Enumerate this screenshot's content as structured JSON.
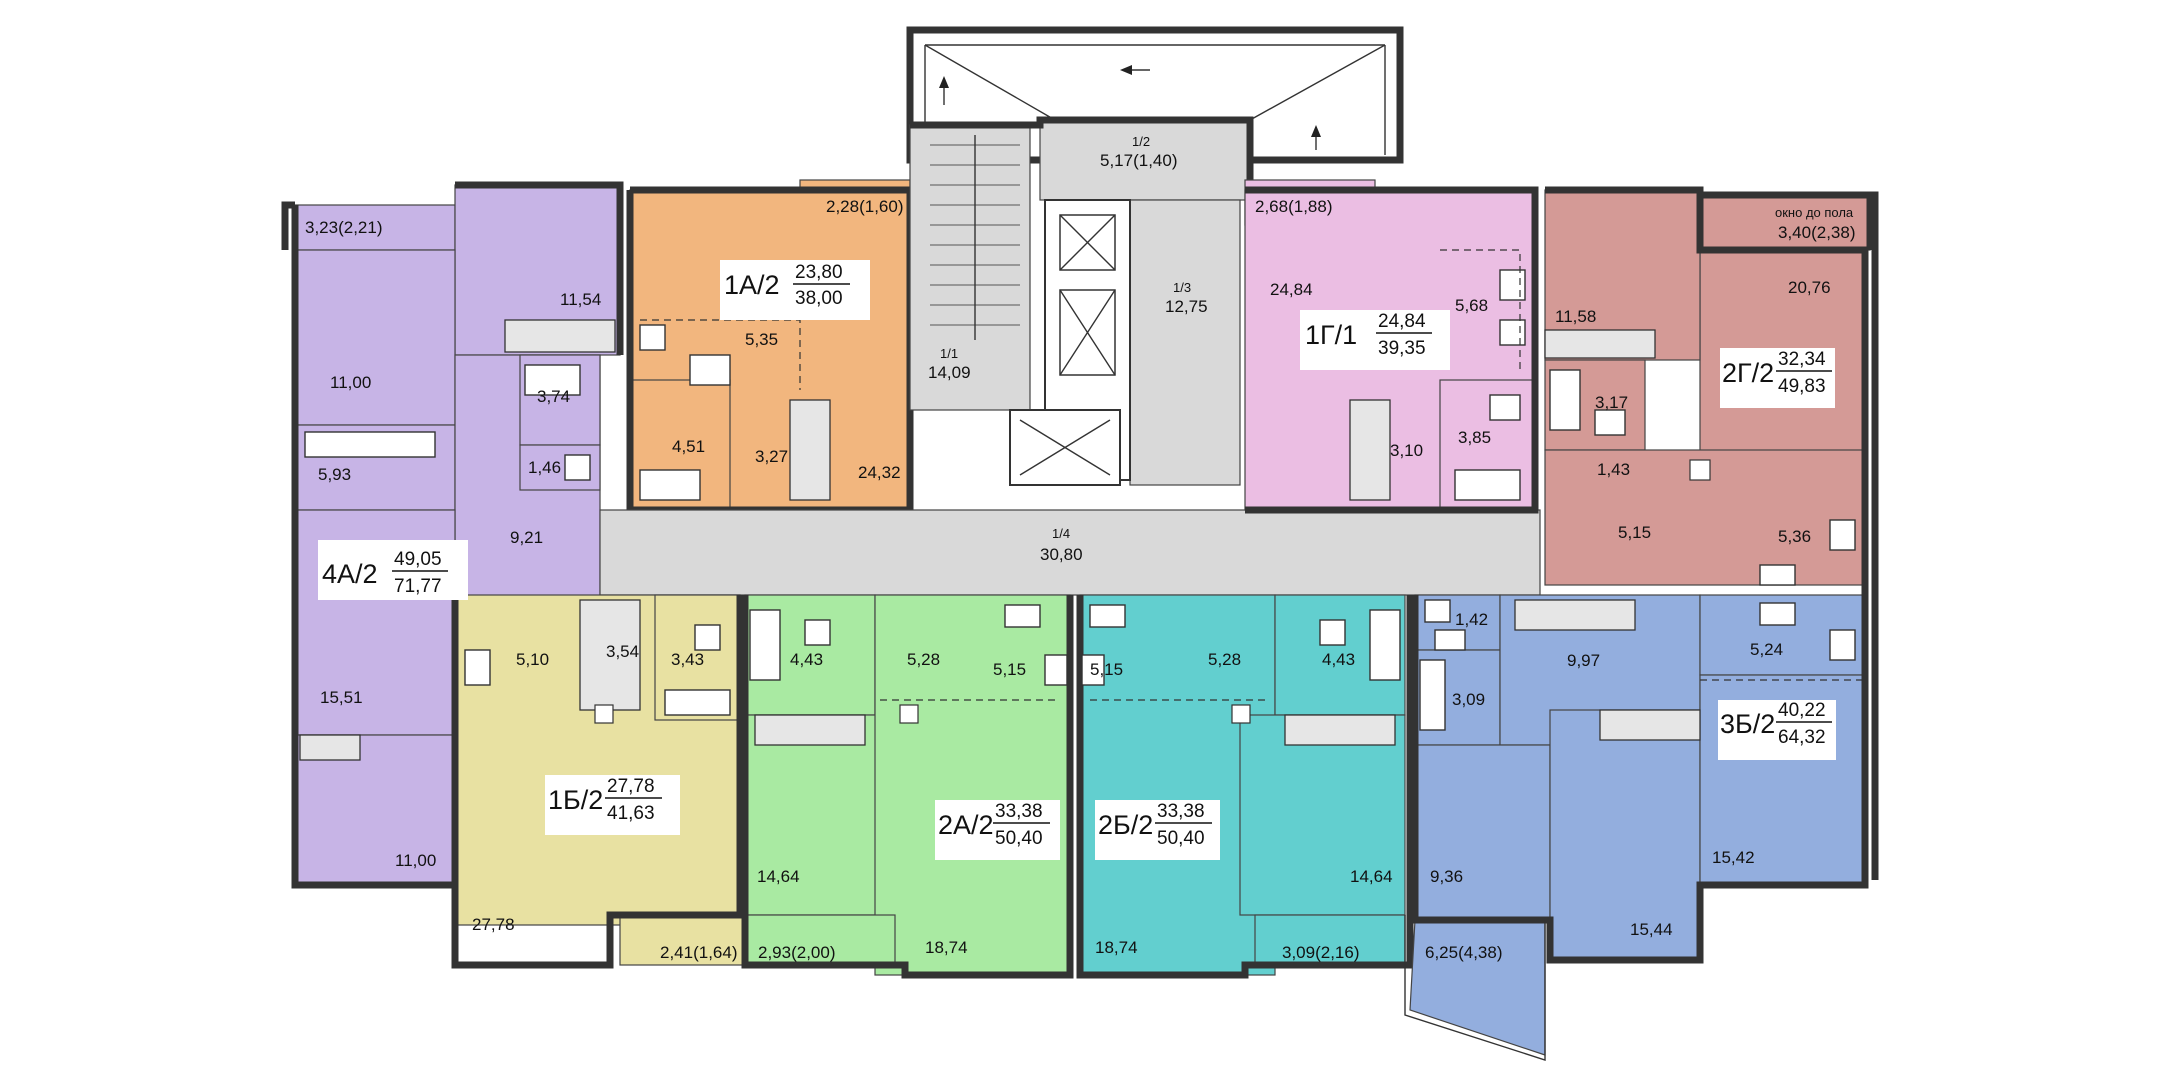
{
  "colors": {
    "apt_4a": "#c7b4e6",
    "apt_1a": "#f2b67e",
    "apt_1g": "#ebbee3",
    "apt_2g": "#d49a96",
    "apt_1b": "#e8e1a2",
    "apt_2a": "#a9eaa2",
    "apt_2b": "#62cfcf",
    "apt_3b": "#93aede",
    "common": "#d9d9d9",
    "wall": "#333333"
  },
  "apartments": [
    {
      "id": "4a",
      "code": "4А/2",
      "living": "49,05",
      "total": "71,77"
    },
    {
      "id": "1a",
      "code": "1А/2",
      "living": "23,80",
      "total": "38,00"
    },
    {
      "id": "1g",
      "code": "1Г/1",
      "living": "24,84",
      "total": "39,35"
    },
    {
      "id": "2g",
      "code": "2Г/2",
      "living": "32,34",
      "total": "49,83"
    },
    {
      "id": "1b",
      "code": "1Б/2",
      "living": "27,78",
      "total": "41,63"
    },
    {
      "id": "2a",
      "code": "2А/2",
      "living": "33,38",
      "total": "50,40"
    },
    {
      "id": "2b",
      "code": "2Б/2",
      "living": "33,38",
      "total": "50,40"
    },
    {
      "id": "3b",
      "code": "3Б/2",
      "living": "40,22",
      "total": "64,32"
    }
  ],
  "common_areas": [
    {
      "id": "1-1",
      "code": "1/1",
      "area": "14,09"
    },
    {
      "id": "1-2",
      "code": "1/2",
      "area": "5,17(1,40)"
    },
    {
      "id": "1-3",
      "code": "1/3",
      "area": "12,75"
    },
    {
      "id": "1-4",
      "code": "1/4",
      "area": "30,80"
    }
  ],
  "room_areas": {
    "a4": [
      "3,23(2,21)",
      "11,54",
      "11,00",
      "5,93",
      "9,21",
      "15,51",
      "11,00",
      "3,74",
      "1,46"
    ],
    "a1": [
      "2,28(1,60)",
      "5,35",
      "4,51",
      "3,27",
      "24,32"
    ],
    "g1": [
      "2,68(1,88)",
      "24,84",
      "5,68",
      "3,10",
      "3,85"
    ],
    "g2": [
      "окно до пола",
      "3,40(2,38)",
      "20,76",
      "11,58",
      "3,17",
      "1,43",
      "5,15",
      "5,36"
    ],
    "b1": [
      "5,10",
      "3,54",
      "3,43",
      "27,78",
      "2,41(1,64)"
    ],
    "a2": [
      "4,43",
      "5,28",
      "5,15",
      "14,64",
      "18,74",
      "2,93(2,00)"
    ],
    "b2": [
      "5,15",
      "5,28",
      "4,43",
      "18,74",
      "14,64",
      "3,09(2,16)"
    ],
    "b3": [
      "1,42",
      "9,97",
      "5,24",
      "3,09",
      "9,36",
      "15,44",
      "15,42",
      "6,25(4,38)"
    ]
  }
}
